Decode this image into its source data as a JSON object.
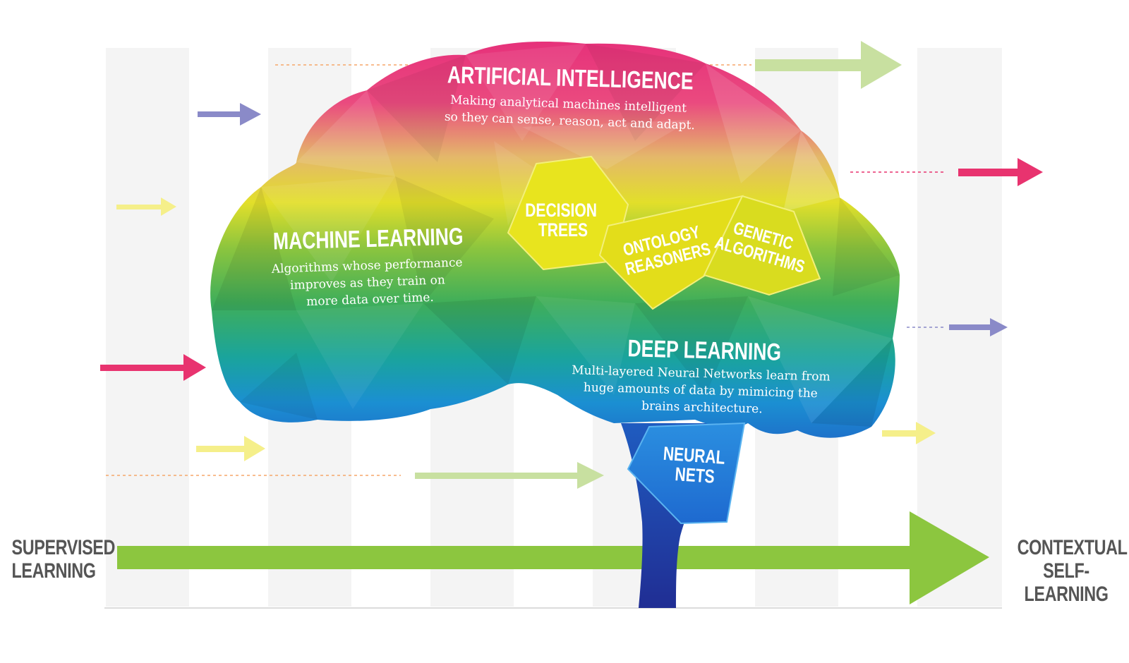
{
  "axis": {
    "start_label": [
      "SUPERVISED",
      "LEARNING"
    ],
    "end_label": [
      "CONTEXTUAL",
      "SELF-LEARNING"
    ]
  },
  "regions": {
    "ai": {
      "title": "ARTIFICIAL INTELLIGENCE",
      "desc": [
        "Making analytical machines intelligent",
        "so they can sense, reason, act and adapt."
      ]
    },
    "ml": {
      "title": "MACHINE LEARNING",
      "desc": [
        "Algorithms whose performance",
        "improves as they train on",
        "more data over time."
      ]
    },
    "dl": {
      "title": "DEEP LEARNING",
      "desc": [
        "Multi-layered Neural Networks learn from",
        "huge amounts of data by mimicing the",
        "brains architecture."
      ]
    }
  },
  "techniques": {
    "decision_trees": [
      "DECISION",
      "TREES"
    ],
    "ontology_reasoners": [
      "ONTOLOGY",
      "REASONERS"
    ],
    "genetic_algorithms": [
      "GENETIC",
      "ALGORITHMS"
    ],
    "neural_nets": [
      "NEURAL",
      "NETS"
    ]
  },
  "colors": {
    "pink": "#e8336f",
    "yellow": "#e9e21b",
    "green": "#6cbf3f",
    "teal": "#16a89a",
    "blue": "#1e5fc4",
    "navy": "#1f2f8f",
    "axis_arrow": "#8cc63f",
    "purple_arrow": "#8a8ac8",
    "light_yellow_arrow": "#f5ef8a",
    "light_green_arrow": "#c8e0a0",
    "dotted_orange": "#f5a66a"
  }
}
